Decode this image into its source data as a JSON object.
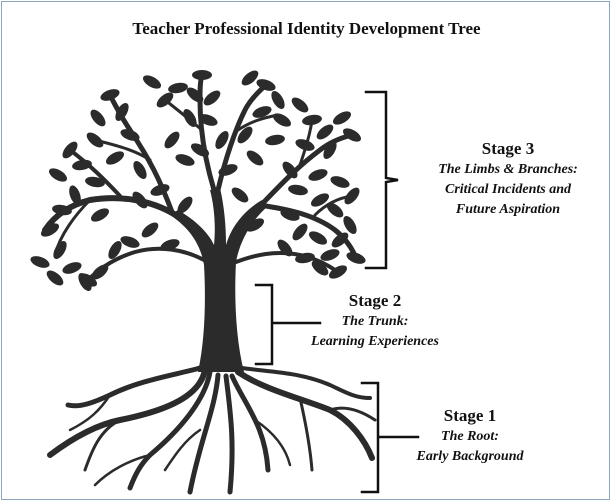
{
  "title": "Teacher Professional Identity Development Tree",
  "stages": [
    {
      "name": "Stage 3",
      "lines": [
        "The Limbs & Branches:",
        "Critical Incidents and",
        "Future Aspiration"
      ]
    },
    {
      "name": "Stage 2",
      "lines": [
        "The Trunk:",
        "Learning Experiences"
      ]
    },
    {
      "name": "Stage 1",
      "lines": [
        "The Root:",
        "Early Background"
      ]
    }
  ],
  "colors": {
    "tree": "#2b2b2b",
    "text": "#111111",
    "frame": "#8fa6bf"
  }
}
